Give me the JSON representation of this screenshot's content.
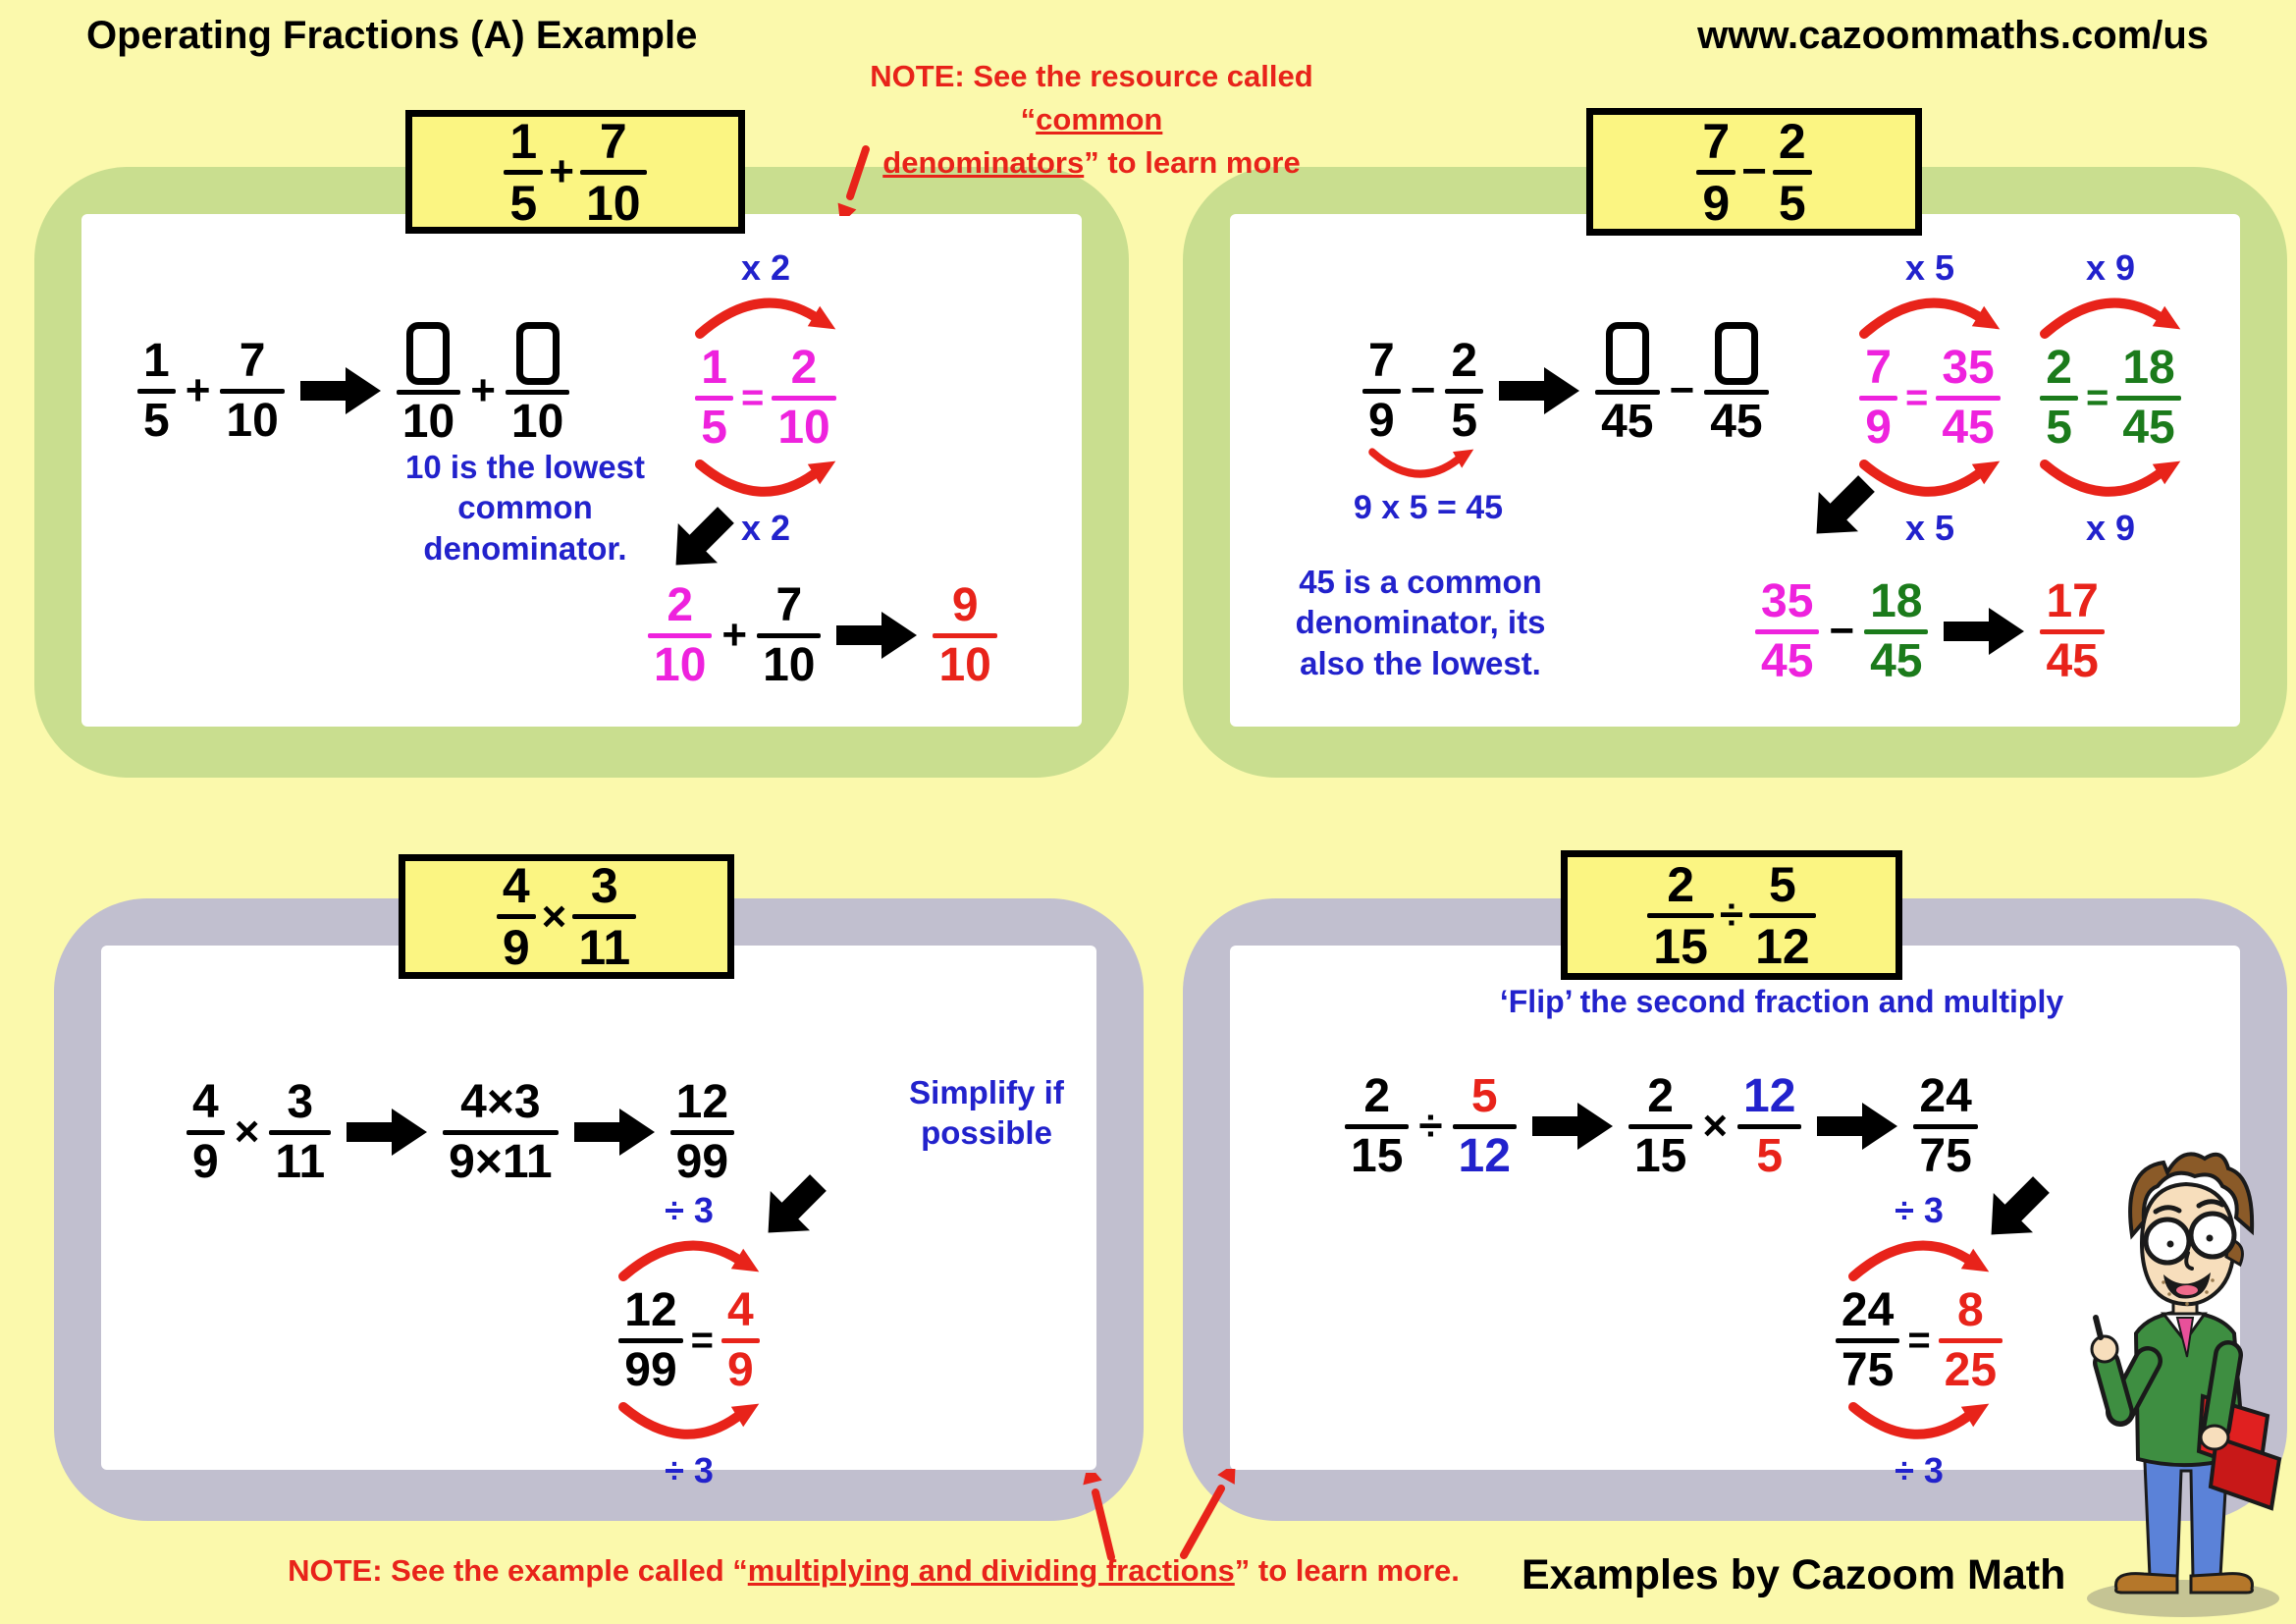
{
  "header": {
    "title": "Operating Fractions (A) Example",
    "url": "www.cazoommaths.com/us"
  },
  "note_top": {
    "prefix": "NOTE: See the resource called “",
    "underline1": "common",
    "underline2": "denominators",
    "suffix": "”  to learn more"
  },
  "note_bottom": {
    "prefix": "NOTE: See the example called “",
    "underline": "multiplying and dividing fractions",
    "suffix": "”  to learn more."
  },
  "footer": {
    "credit": "Examples by Cazoom Math"
  },
  "colors": {
    "page_bg": "#FBF9AC",
    "panel_green": "#C9DE8F",
    "panel_gray": "#C1BFCF",
    "box_yellow": "#FBF582",
    "blue": "#2222CC",
    "red": "#E8231A",
    "magenta": "#EE22DD",
    "dark_green": "#1B7B1B"
  },
  "panels": {
    "add": {
      "expr": {
        "an": "1",
        "ad": "5",
        "op": "+",
        "bn": "7",
        "bd": "10"
      },
      "step2": {
        "d1": "10",
        "op": "+",
        "d2": "10"
      },
      "caption": "10 is the lowest\ncommon\ndenominator.",
      "mult": "x 2",
      "eq": {
        "ln": "1",
        "ld": "5",
        "eq": "=",
        "rn": "2",
        "rd": "10"
      },
      "final": {
        "an": "2",
        "ad": "10",
        "op": "+",
        "bn": "7",
        "bd": "10",
        "rn": "9",
        "rd": "10"
      }
    },
    "sub": {
      "expr": {
        "an": "7",
        "ad": "9",
        "op": "−",
        "bn": "2",
        "bd": "5"
      },
      "under_eq": "9 x 5 = 45",
      "step2": {
        "d1": "45",
        "op": "−",
        "d2": "45"
      },
      "eq1": {
        "mult": "x 5",
        "ln": "7",
        "ld": "9",
        "eq": "=",
        "rn": "35",
        "rd": "45"
      },
      "eq2": {
        "mult": "x 9",
        "ln": "2",
        "ld": "5",
        "eq": "=",
        "rn": "18",
        "rd": "45"
      },
      "caption": "45 is a common\ndenominator, its\nalso the lowest.",
      "final": {
        "an": "35",
        "ad": "45",
        "op": "−",
        "bn": "18",
        "bd": "45",
        "rn": "17",
        "rd": "45"
      }
    },
    "mul": {
      "expr": {
        "an": "4",
        "ad": "9",
        "op": "×",
        "bn": "3",
        "bd": "11"
      },
      "step2": {
        "n": "4×3",
        "d": "9×11"
      },
      "step3": {
        "n": "12",
        "d": "99"
      },
      "caption": "Simplify if\npossible",
      "divisor": "÷ 3",
      "eq": {
        "ln": "12",
        "ld": "99",
        "eq": "=",
        "rn": "4",
        "rd": "9"
      }
    },
    "div": {
      "expr": {
        "an": "2",
        "ad": "15",
        "op": "÷",
        "bn": "5",
        "bd": "12"
      },
      "caption": "‘Flip’ the second fraction and multiply",
      "step2": {
        "an": "2",
        "ad": "15",
        "op": "×",
        "bn": "12",
        "bd": "5"
      },
      "step3": {
        "n": "24",
        "d": "75"
      },
      "divisor": "÷ 3",
      "eq": {
        "ln": "24",
        "ld": "75",
        "eq": "=",
        "rn": "8",
        "rd": "25"
      }
    }
  }
}
